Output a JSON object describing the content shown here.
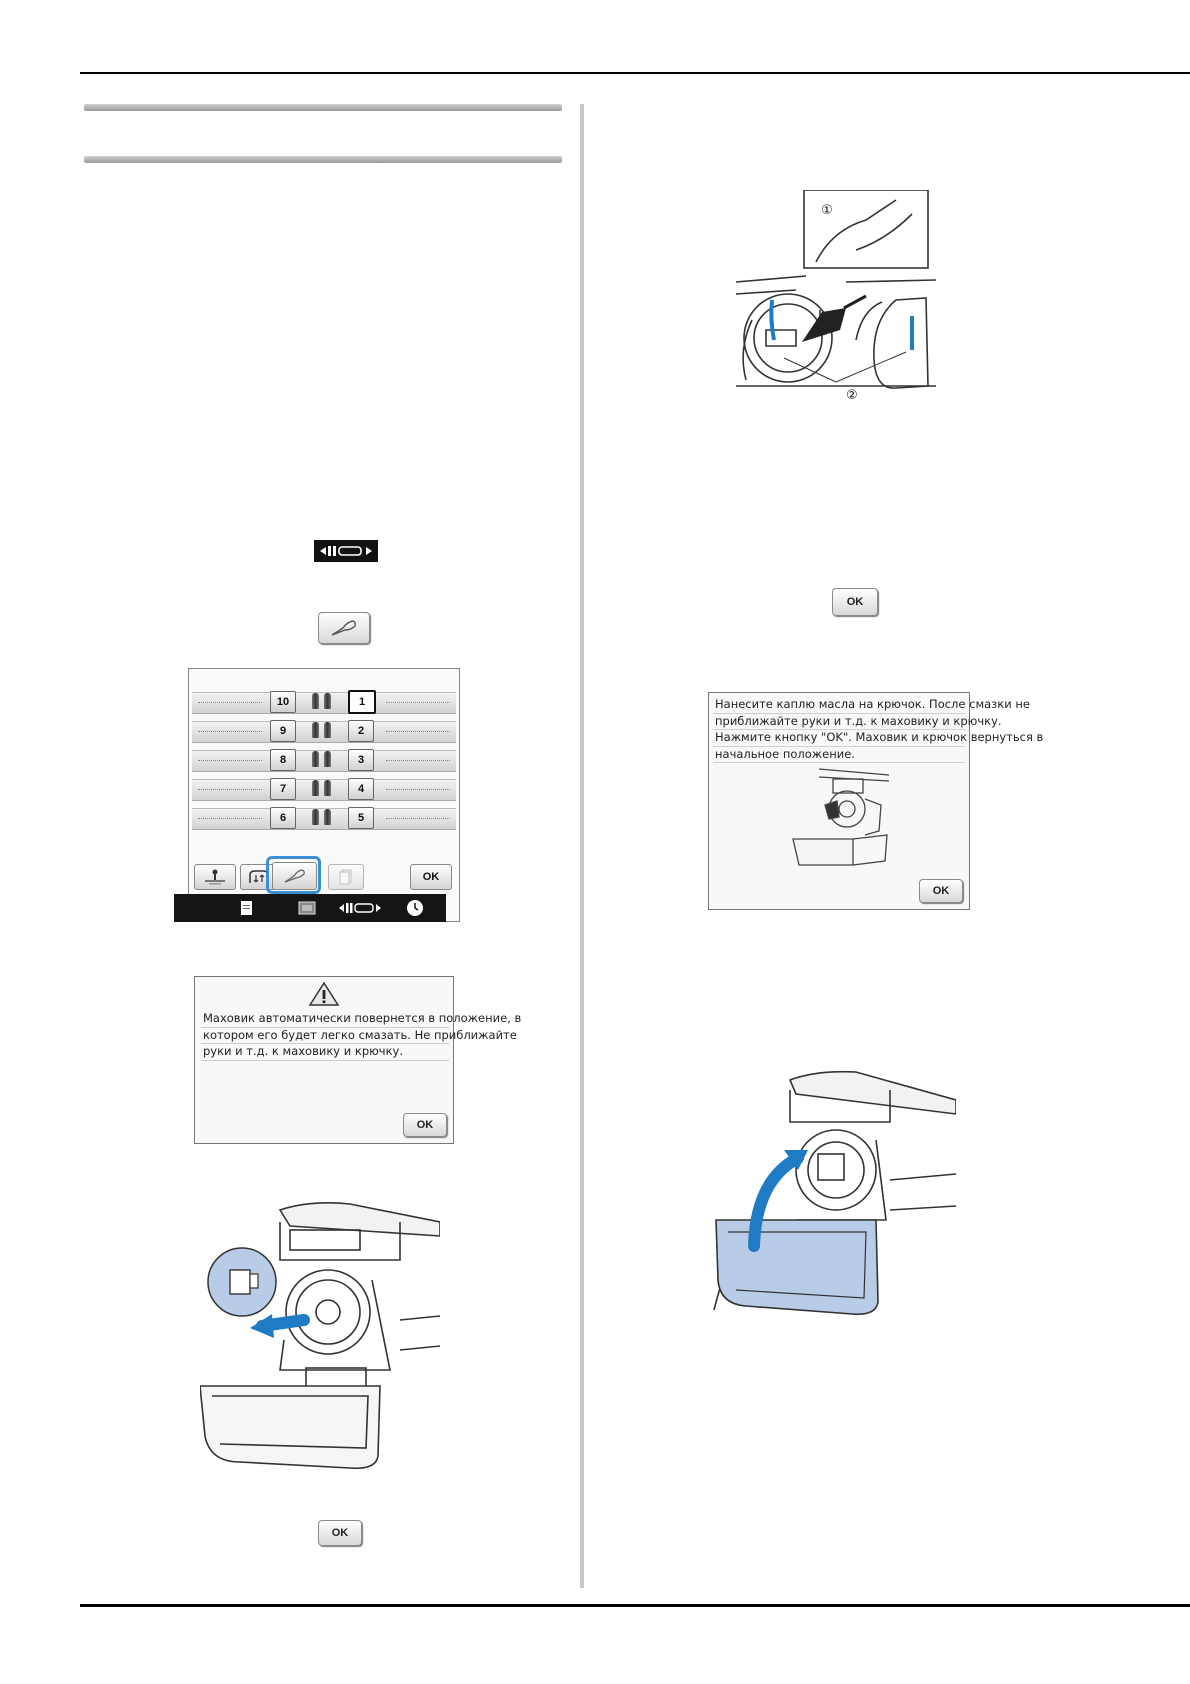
{
  "step_icons": {
    "needle_bar_icon_label": "⇠⇡⇢",
    "ok_label": "OK"
  },
  "thread_screen": {
    "left_numbers": [
      "10",
      "9",
      "8",
      "7",
      "6"
    ],
    "right_numbers": [
      "1",
      "2",
      "3",
      "4",
      "5"
    ],
    "ok_label": "OK",
    "selected_number": "1"
  },
  "dialog_auto_rotate": {
    "lines": [
      "Маховик автоматически повернется в положение, в",
      "котором его будет легко смазать. Не приближайте",
      "руки и т.д. к маховику и крючку."
    ],
    "ok_label": "OK"
  },
  "dialog_apply_oil": {
    "lines": [
      "Нанесите каплю масла на крючок. После смазки не",
      "приближайте руки и т.д. к маховику и крючку.",
      "Нажмите кнопку \"OK\". Маховик и крючок вернуться в",
      "начальное положение."
    ],
    "ok_label": "OK"
  },
  "illustration_callouts": {
    "callout_1": "①",
    "callout_2": "②"
  },
  "colors": {
    "accent_blue": "#1e7bc4",
    "highlight_blue": "#3a8fd6",
    "cover_fill": "#b8cce8"
  }
}
